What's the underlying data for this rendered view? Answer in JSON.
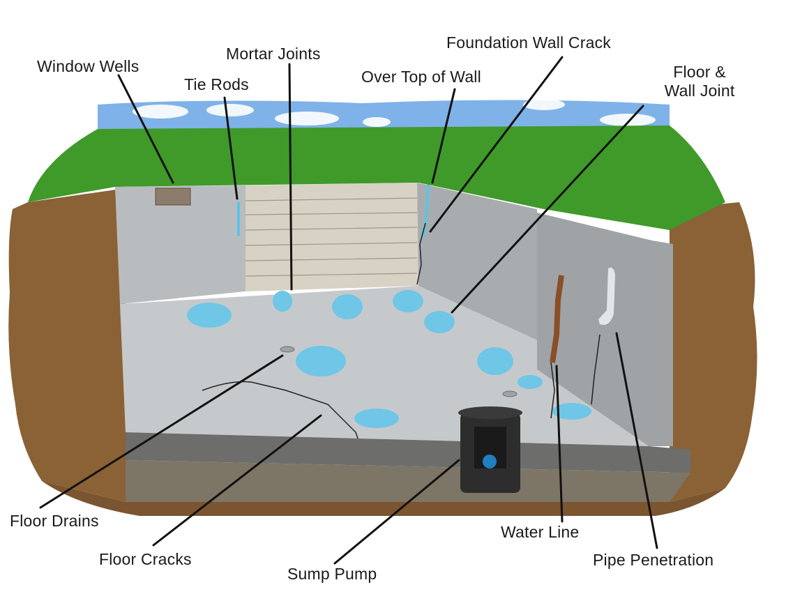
{
  "labels": {
    "window_wells": "Window Wells",
    "tie_rods": "Tie Rods",
    "mortar_joints": "Mortar Joints",
    "foundation_wall_crack": "Foundation Wall Crack",
    "over_top_of_wall": "Over Top of Wall",
    "floor_wall_joint_line1": "Floor &",
    "floor_wall_joint_line2": "Wall Joint",
    "floor_drains": "Floor Drains",
    "floor_cracks": "Floor Cracks",
    "sump_pump": "Sump Pump",
    "water_line": "Water Line",
    "pipe_penetration": "Pipe Penetration"
  },
  "colors": {
    "sky": "#7fb2e8",
    "grass": "#3f9a2a",
    "soil": "#8a6236",
    "concrete": "#b9bcbe",
    "floor": "#c6c9cb",
    "water": "#6fc6e6",
    "gravel": "#6e6a60",
    "leader_line": "#111111",
    "text": "#1a1a1a"
  }
}
